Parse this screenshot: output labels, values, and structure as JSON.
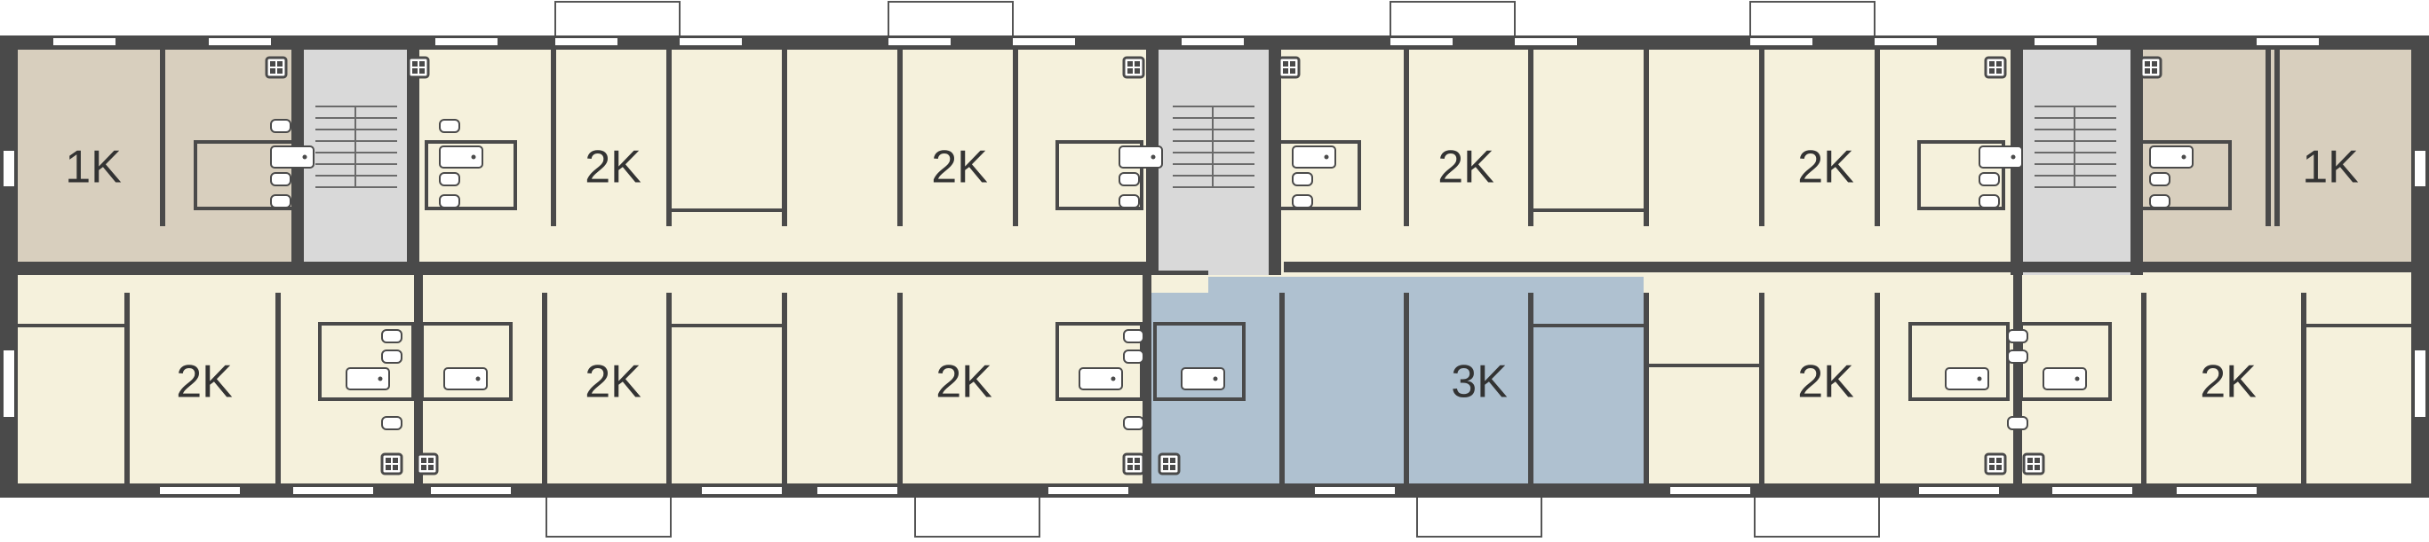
{
  "colors": {
    "wall": "#4a4a4a",
    "type_1k": "#d8cfbe",
    "type_2k": "#f5f1dc",
    "type_3k": "#afc1d0",
    "stair": "#d9d9d9",
    "window": "#ffffff",
    "fixture_stroke": "#4a4a4a",
    "fixture_fill": "#ffffff"
  },
  "apartments": [
    {
      "id": "1k-top-left",
      "label": "1K",
      "type": "type_1k"
    },
    {
      "id": "2k-top-1",
      "label": "2K",
      "type": "type_2k"
    },
    {
      "id": "2k-top-2",
      "label": "2K",
      "type": "type_2k"
    },
    {
      "id": "2k-top-3",
      "label": "2K",
      "type": "type_2k"
    },
    {
      "id": "2k-top-4",
      "label": "2K",
      "type": "type_2k"
    },
    {
      "id": "1k-top-right",
      "label": "1K",
      "type": "type_1k"
    },
    {
      "id": "2k-bottom-1",
      "label": "2K",
      "type": "type_2k"
    },
    {
      "id": "2k-bottom-2",
      "label": "2K",
      "type": "type_2k"
    },
    {
      "id": "2k-bottom-3",
      "label": "2K",
      "type": "type_2k"
    },
    {
      "id": "3k-bottom",
      "label": "3K",
      "type": "type_3k"
    },
    {
      "id": "2k-bottom-4",
      "label": "2K",
      "type": "type_2k"
    },
    {
      "id": "2k-bottom-5",
      "label": "2K",
      "type": "type_2k"
    }
  ],
  "stairwells": 3,
  "balconies": 8
}
